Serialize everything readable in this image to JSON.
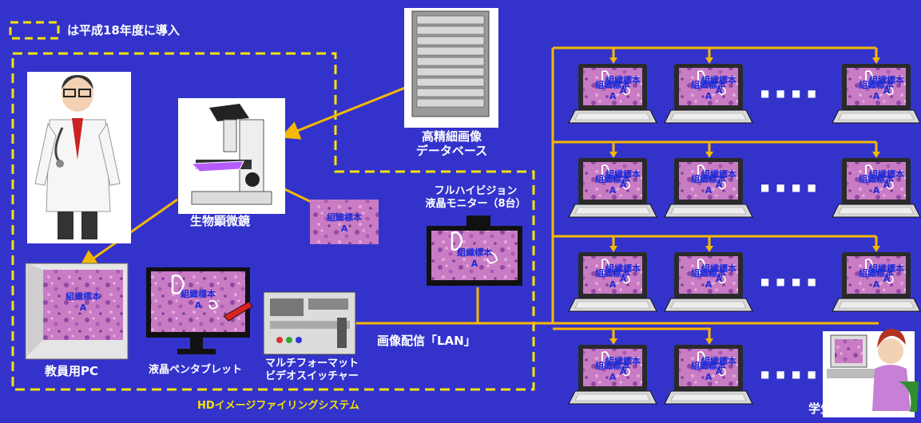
{
  "legend": {
    "text": "は平成18年度に導入"
  },
  "labels": {
    "database_line1": "高精細画像",
    "database_line2": "データベース",
    "microscope": "生物顕微鏡",
    "monitor_line1": "フルハイビジョン",
    "monitor_line2": "液晶モニター（8台）",
    "teacher_pc": "教員用PC",
    "pen_tablet": "液晶ペンタブレット",
    "switcher_line1": "マルチフォーマット",
    "switcher_line2": "ビデオスイッチャー",
    "lan": "画像配信「LAN」",
    "system_name": "HDイメージファイリングシステム",
    "student": "学生"
  },
  "specimen": {
    "line1": "組織標本",
    "line2": "A"
  },
  "ellipsis": "■ ■ ■ ■",
  "colors": {
    "background": "#3333cc",
    "connector": "#f5b800",
    "dashed": "#f5e300",
    "tissue": "#c97cc4"
  }
}
